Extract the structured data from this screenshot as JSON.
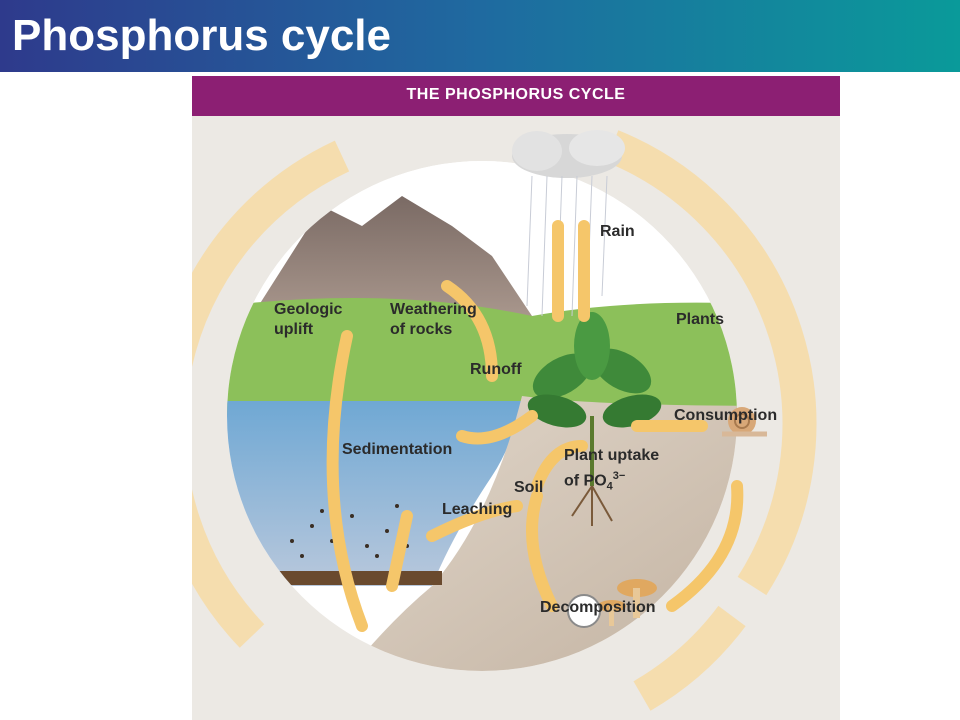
{
  "page": {
    "title": "Phosphorus cycle"
  },
  "figure": {
    "header": "THE PHOSPHORUS CYCLE",
    "labels": {
      "rain": "Rain",
      "geologic_uplift_1": "Geologic",
      "geologic_uplift_2": "uplift",
      "weathering_1": "Weathering",
      "weathering_2": "of rocks",
      "plants": "Plants",
      "runoff": "Runoff",
      "consumption": "Consumption",
      "sedimentation": "Sedimentation",
      "plant_uptake_1": "Plant uptake",
      "plant_uptake_2_prefix": "of PO",
      "plant_uptake_sub": "4",
      "plant_uptake_sup": "3−",
      "soil": "Soil",
      "leaching": "Leaching",
      "decomposition": "Decomposition"
    },
    "colors": {
      "arrow": "#f5c66a",
      "header": "#8c1f73",
      "water": "#7fb3d8",
      "grass": "#7fb84a",
      "mountain": "#8a7a72",
      "soil": "#c9b9a8"
    }
  }
}
